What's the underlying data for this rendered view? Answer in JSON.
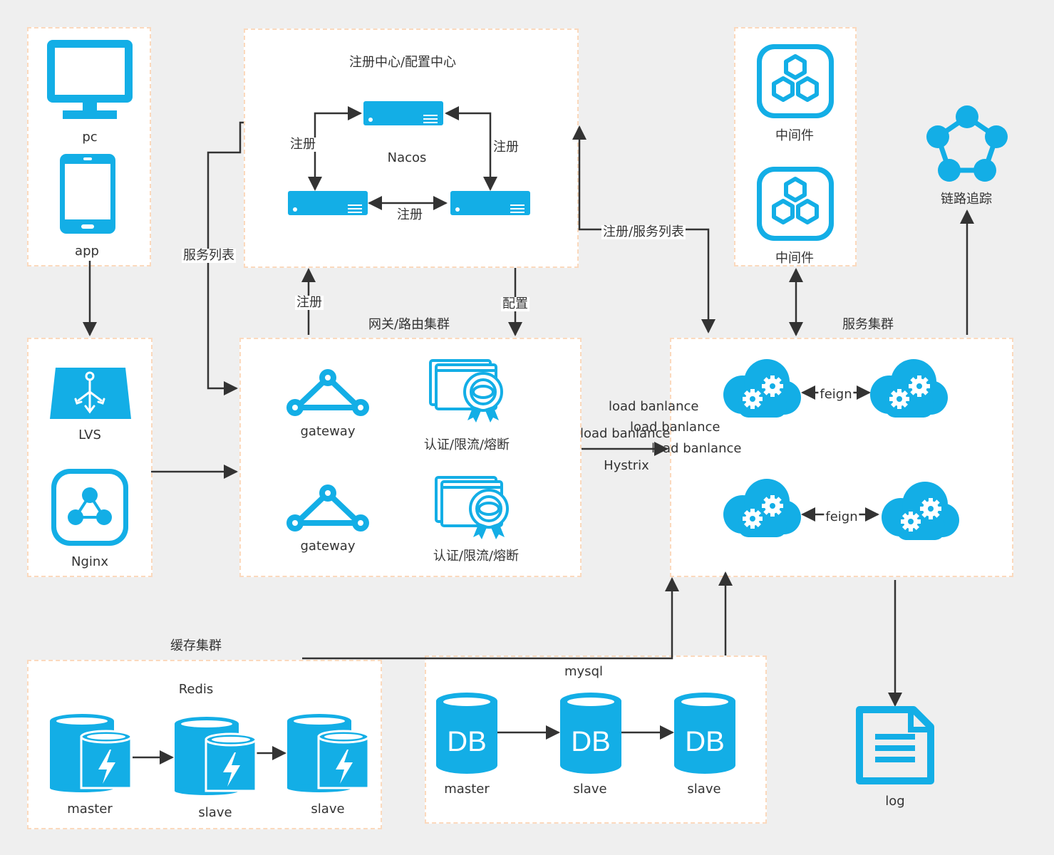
{
  "colors": {
    "accent": "#13aee6",
    "line": "#333333",
    "box_border": "#fbd9bd",
    "background": "#efefef"
  },
  "clients": {
    "pc": "pc",
    "app": "app"
  },
  "loadbalancer": {
    "lvs": "LVS",
    "nginx": "Nginx"
  },
  "registry": {
    "title": "注册中心/配置中心",
    "center": "Nacos",
    "register_left": "注册",
    "register_right": "注册",
    "register_bottom": "注册"
  },
  "middleware": {
    "top": "中间件",
    "bottom": "中间件"
  },
  "tracing": "链路追踪",
  "gateway_cluster": {
    "title": "网关/路由集群",
    "gateway_top": "gateway",
    "gateway_bottom": "gateway",
    "auth_top": "认证/限流/熔断",
    "auth_bottom": "认证/限流/熔断"
  },
  "service_cluster": {
    "title": "服务集群",
    "feign_top": "feign",
    "feign_bottom": "feign"
  },
  "connectors": {
    "service_list_left": "服务列表",
    "register_gateway": "注册",
    "config": "配置",
    "register_service_list": "注册/服务列表",
    "load_balance_1": "load banlance",
    "load_balance_2": "load banlance",
    "load_balance_3": "load banlance",
    "load_balance_4": "load banlance",
    "hystrix": "Hystrix"
  },
  "cache_cluster": {
    "title": "缓存集群",
    "redis": "Redis",
    "master": "master",
    "slave1": "slave",
    "slave2": "slave"
  },
  "mysql": {
    "title": "mysql",
    "db_text": "DB",
    "master": "master",
    "slave1": "slave",
    "slave2": "slave"
  },
  "log": "log",
  "icons": [
    "monitor-icon",
    "tablet-icon",
    "lvs-icon",
    "nginx-icon",
    "server-icon",
    "hexagon-cluster-icon",
    "tracing-network-icon",
    "gateway-triangle-icon",
    "certificate-icon",
    "cloud-gear-icon",
    "redis-cache-icon",
    "database-icon",
    "document-icon"
  ]
}
